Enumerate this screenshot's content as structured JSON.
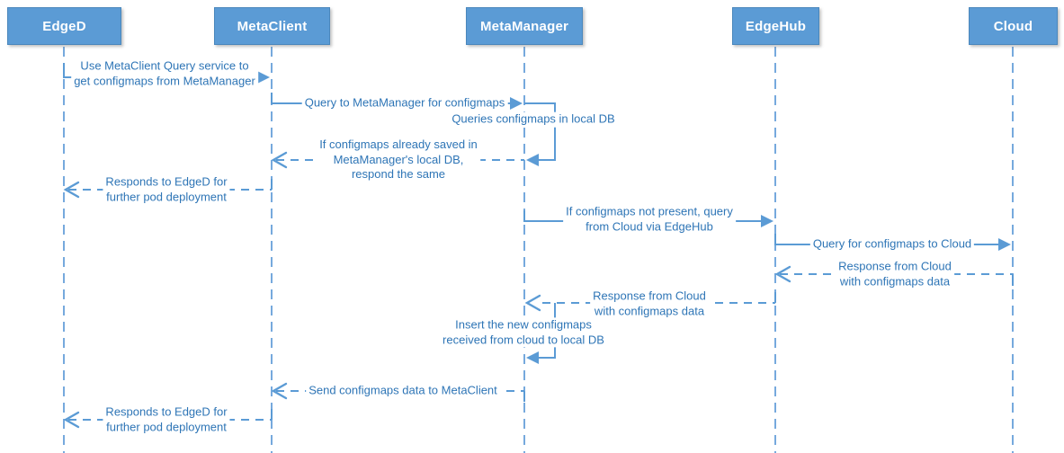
{
  "diagram": {
    "type": "sequence",
    "colors": {
      "actor_fill": "#5b9bd5",
      "actor_border": "#4a87bc",
      "actor_text": "#ffffff",
      "line": "#5b9bd5",
      "lifeline": "#76a9dd",
      "message_text": "#2e75b6",
      "background": "#ffffff"
    },
    "actors": [
      {
        "name": "EdgeD"
      },
      {
        "name": "MetaClient"
      },
      {
        "name": "MetaManager"
      },
      {
        "name": "EdgeHub"
      },
      {
        "name": "Cloud"
      }
    ],
    "messages": [
      {
        "from": "EdgeD",
        "to": "MetaClient",
        "type": "solid",
        "label": "Use MetaClient Query service to\nget configmaps from MetaManager"
      },
      {
        "from": "MetaClient",
        "to": "MetaManager",
        "type": "solid",
        "label": "Query to MetaManager for configmaps"
      },
      {
        "from": "MetaManager",
        "to": "MetaManager",
        "type": "self",
        "label": "Queries configmaps in local DB"
      },
      {
        "from": "MetaManager",
        "to": "MetaClient",
        "type": "dashed",
        "label": "If configmaps already saved in\nMetaManager's local DB,\nrespond the same"
      },
      {
        "from": "MetaClient",
        "to": "EdgeD",
        "type": "dashed",
        "label": "Responds to EdgeD for\nfurther pod deployment"
      },
      {
        "from": "MetaManager",
        "to": "EdgeHub",
        "type": "solid",
        "label": "If configmaps not present, query\nfrom Cloud via EdgeHub"
      },
      {
        "from": "EdgeHub",
        "to": "Cloud",
        "type": "solid",
        "label": "Query for configmaps to Cloud"
      },
      {
        "from": "Cloud",
        "to": "EdgeHub",
        "type": "dashed",
        "label": "Response from Cloud\nwith configmaps data"
      },
      {
        "from": "EdgeHub",
        "to": "MetaManager",
        "type": "dashed",
        "label": "Response from Cloud\nwith configmaps data"
      },
      {
        "from": "MetaManager",
        "to": "MetaManager",
        "type": "self",
        "label": "Insert the new configmaps\nreceived from cloud to local DB"
      },
      {
        "from": "MetaManager",
        "to": "MetaClient",
        "type": "dashed",
        "label": "Send configmaps data to MetaClient"
      },
      {
        "from": "MetaClient",
        "to": "EdgeD",
        "type": "dashed",
        "label": "Responds to EdgeD for\nfurther pod deployment"
      }
    ]
  }
}
